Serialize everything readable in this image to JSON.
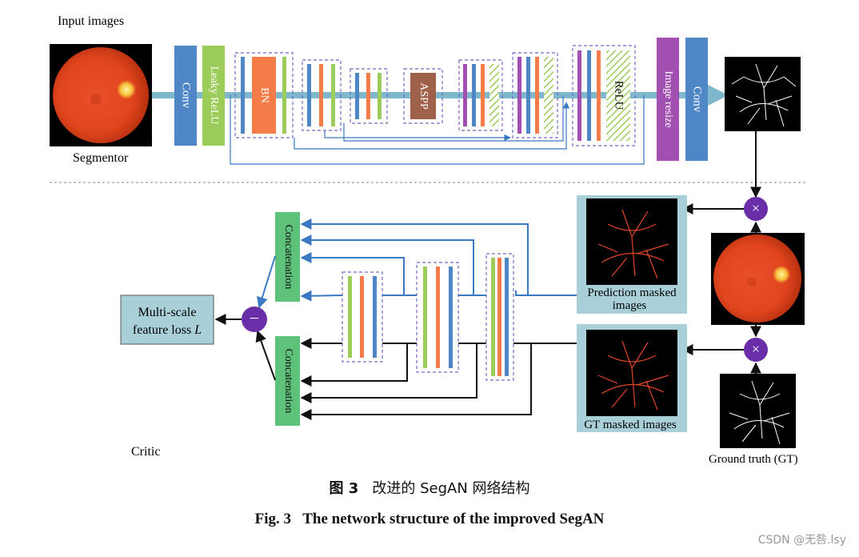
{
  "labels": {
    "input_images": "Input images",
    "segmentor": "Segmentor",
    "critic": "Critic",
    "ground_truth": "Ground truth (GT)",
    "prediction_masked_line1": "Prediction masked",
    "prediction_masked_line2": "images",
    "gt_masked": "GT masked images",
    "loss_line1": "Multi-scale",
    "loss_line2": "feature loss ",
    "loss_symbol": "L",
    "concat_top": "Concatenation",
    "concat_bottom": "Concatenation",
    "conv_1": "Conv",
    "leaky_relu": "Leaky ReLU",
    "bn": "BN",
    "aspp": "ASPP",
    "relu": "ReLU",
    "image_resize": "Image resize",
    "conv_2": "Conv",
    "multiply_1": "×",
    "multiply_2": "×",
    "subtract": "−"
  },
  "caption": {
    "cn_prefix": "图 3",
    "cn_text": "改进的 SegAN 网络结构",
    "en_prefix": "Fig. 3",
    "en_text": "The network structure of the improved SegAN"
  },
  "watermark": "CSDN @无咎.lsy",
  "colors": {
    "conv_blue": "#4f86c6",
    "leaky_green": "#9ccc5a",
    "bn_orange": "#f47c48",
    "aspp_brown": "#a0614a",
    "resize_purple": "#a14fb0",
    "concat_green": "#5ec27b",
    "loss_box": "#a9cfd9",
    "operator_purple": "#6a2fa8",
    "skip_blue": "#3a78c2",
    "flow_arrow": "#7fb7cc",
    "dashed_border": "#6e6bc4"
  },
  "icons": {
    "retina": "retina-fundus-image",
    "vessel_mask": "vessel-segmentation-image",
    "masked": "masked-vessel-image"
  }
}
